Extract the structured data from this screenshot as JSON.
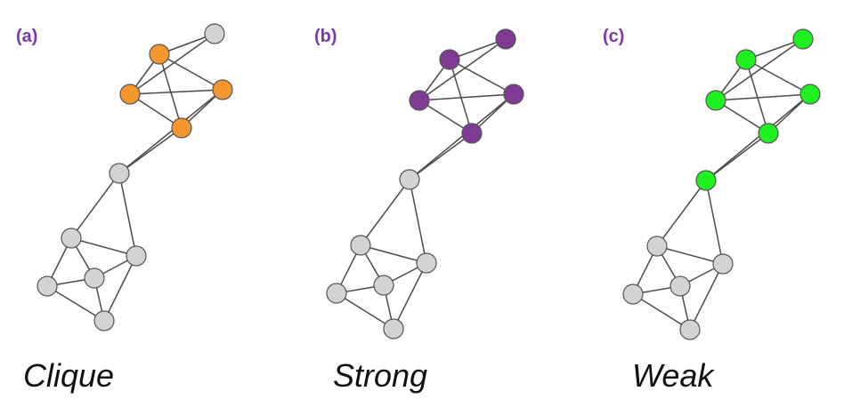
{
  "colors": {
    "default_node": "#d3d3d3",
    "clique": "#f5962e",
    "strong": "#7f3b94",
    "weak": "#1ff01f",
    "tag_text": "#7b3aa0"
  },
  "panels": [
    {
      "id": "a",
      "tag": "(a)",
      "caption": "Clique",
      "highlight_color": "#f5962e"
    },
    {
      "id": "b",
      "tag": "(b)",
      "caption": "Strong",
      "highlight_color": "#7f3b94"
    },
    {
      "id": "c",
      "tag": "(c)",
      "caption": "Weak",
      "highlight_color": "#1ff01f"
    }
  ],
  "graph": {
    "nodes": [
      "n1",
      "n2",
      "n3",
      "n4",
      "n5",
      "n6",
      "n7",
      "n8",
      "n9",
      "n10",
      "n11"
    ],
    "edges": [
      [
        "n1",
        "n2"
      ],
      [
        "n1",
        "n4"
      ],
      [
        "n2",
        "n3"
      ],
      [
        "n2",
        "n4"
      ],
      [
        "n2",
        "n5"
      ],
      [
        "n3",
        "n4"
      ],
      [
        "n3",
        "n5"
      ],
      [
        "n4",
        "n5"
      ],
      [
        "n3",
        "n6"
      ],
      [
        "n5",
        "n6"
      ],
      [
        "n6",
        "n7"
      ],
      [
        "n6",
        "n8"
      ],
      [
        "n7",
        "n8"
      ],
      [
        "n7",
        "n9"
      ],
      [
        "n7",
        "n10"
      ],
      [
        "n8",
        "n9"
      ],
      [
        "n8",
        "n11"
      ],
      [
        "n9",
        "n10"
      ],
      [
        "n9",
        "n11"
      ],
      [
        "n10",
        "n11"
      ]
    ],
    "highlighted": {
      "a": [
        "n2",
        "n3",
        "n4",
        "n5"
      ],
      "b": [
        "n1",
        "n2",
        "n3",
        "n4",
        "n5"
      ],
      "c": [
        "n1",
        "n2",
        "n3",
        "n4",
        "n5",
        "n6"
      ]
    }
  }
}
